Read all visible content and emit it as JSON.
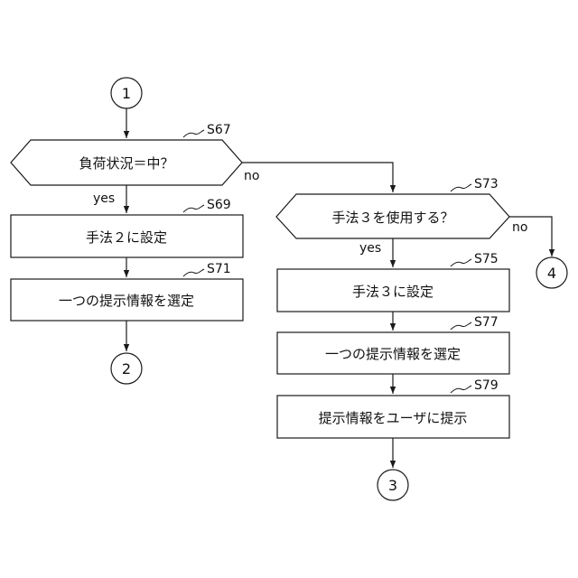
{
  "connectors": {
    "c1": "1",
    "c2": "2",
    "c3": "3",
    "c4": "4"
  },
  "left_flow": {
    "decision_s67": {
      "step": "S67",
      "text": "負荷状況＝中？",
      "yes_label": "yes",
      "no_label": "no"
    },
    "process_s69": {
      "step": "S69",
      "text": "手法２に設定"
    },
    "process_s71": {
      "step": "S71",
      "text": "一つの提示情報を選定"
    }
  },
  "right_flow": {
    "decision_s73": {
      "step": "S73",
      "text": "手法３を使用する？",
      "yes_label": "yes",
      "no_label": "no"
    },
    "process_s75": {
      "step": "S75",
      "text": "手法３に設定"
    },
    "process_s77": {
      "step": "S77",
      "text": "一つの提示情報を選定"
    },
    "process_s79": {
      "step": "S79",
      "text": "提示情報をユーザに提示"
    }
  }
}
